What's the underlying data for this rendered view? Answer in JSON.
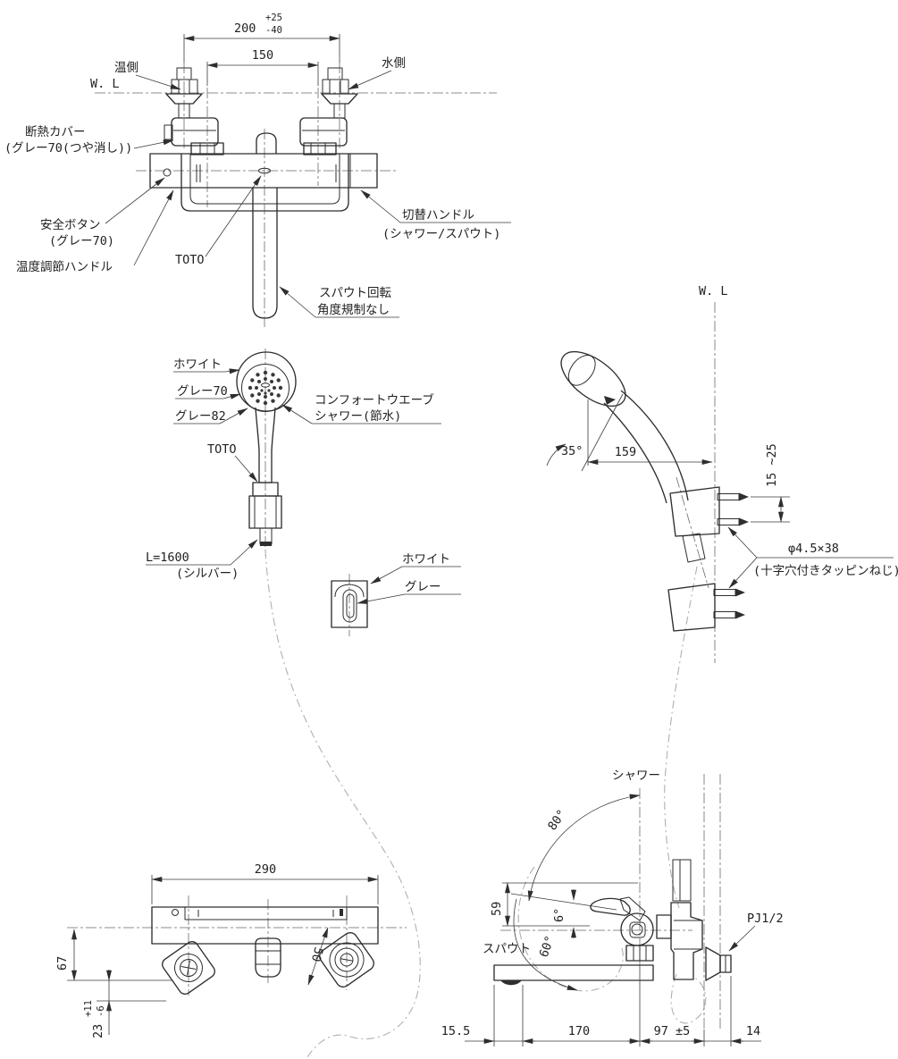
{
  "front_view": {
    "water_line_label": "W. L",
    "dim_200": "200",
    "dim_200_plus": "+25",
    "dim_200_minus": "-40",
    "dim_150": "150",
    "hot_side_label": "温側",
    "cold_side_label": "水側",
    "insulation_cover_label": "断熱カバー",
    "insulation_cover_color": "(グレー70(つや消し))",
    "safety_button_label": "安全ボタン",
    "safety_button_color": "(グレー70)",
    "temperature_handle_label": "温度調節ハンドル",
    "brand": "TOTO",
    "switch_handle_label": "切替ハンドル",
    "switch_handle_detail": "(シャワー/スパウト)",
    "spout_rotation_line1": "スパウト回転",
    "spout_rotation_line2": "角度規制なし"
  },
  "shower_head_view": {
    "white_label": "ホワイト",
    "gray70_label": "グレー70",
    "gray82_label": "グレー82",
    "comfort_wave_line1": "コンフォートウエーブ",
    "comfort_wave_line2": "シャワー(節水)",
    "brand": "TOTO",
    "hose_length_label": "L=1600",
    "hose_color_label": "(シルバー)"
  },
  "holder_front_view": {
    "white_label": "ホワイト",
    "gray_label": "グレー"
  },
  "holder_side_view": {
    "water_line_label": "W. L",
    "angle_35": "35°",
    "dim_159": "159",
    "dim_15_25": "15 ~25",
    "screw_spec": "φ4.5×38",
    "screw_type": "(十字穴付きタッピンねじ)"
  },
  "plan_view": {
    "dim_290": "290",
    "dim_67": "67",
    "dim_50": "50",
    "dim_23": "23",
    "dim_23_plus": "+11",
    "dim_23_minus": "-6"
  },
  "side_view": {
    "shower_label": "シャワー",
    "angle_80": "80°",
    "dim_59": "59",
    "angle_6": "6°",
    "spout_label": "スパウト",
    "angle_60": "60°",
    "thread_label": "PJ1/2",
    "dim_15_5": "15.5",
    "dim_170": "170",
    "dim_97": "97 ±5",
    "dim_14": "14"
  }
}
